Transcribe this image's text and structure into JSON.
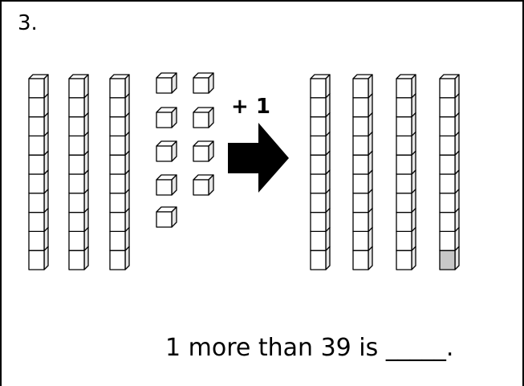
{
  "question": {
    "number": "3.",
    "operation": "+ 1",
    "sentence": {
      "prefix": "1 more than 39 is",
      "blank": "_____",
      "suffix": "."
    }
  },
  "model": {
    "before": {
      "tens_rods": 3,
      "ones_cubes": 9,
      "value": 39
    },
    "after": {
      "tens_rods": 4,
      "value": 40,
      "highlighted_cube": "last rod, bottom cube"
    },
    "colors": {
      "cube_fill": "#ffffff",
      "cube_side": "#e6e6e6",
      "highlight": "#c8c8c8",
      "arrow": "#000000"
    }
  }
}
